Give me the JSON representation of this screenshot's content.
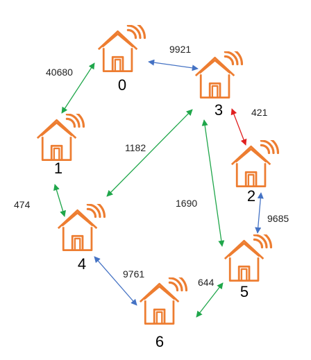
{
  "colors": {
    "house_outline": "#ED7D31",
    "green": "#1FA64A",
    "blue": "#4472C4",
    "red": "#E02020"
  },
  "nodes": [
    {
      "id": "0",
      "label": "0"
    },
    {
      "id": "1",
      "label": "1"
    },
    {
      "id": "2",
      "label": "2"
    },
    {
      "id": "3",
      "label": "3"
    },
    {
      "id": "4",
      "label": "4"
    },
    {
      "id": "5",
      "label": "5"
    },
    {
      "id": "6",
      "label": "6"
    }
  ],
  "edges": [
    {
      "from": "0",
      "to": "3",
      "weight": "9921",
      "color": "blue"
    },
    {
      "from": "0",
      "to": "1",
      "weight": "40680",
      "color": "green"
    },
    {
      "from": "3",
      "to": "2",
      "weight": "421",
      "color": "red"
    },
    {
      "from": "3",
      "to": "4",
      "weight": "1182",
      "color": "green"
    },
    {
      "from": "1",
      "to": "4",
      "weight": "474",
      "color": "green"
    },
    {
      "from": "3",
      "to": "5",
      "weight": "1690",
      "color": "green"
    },
    {
      "from": "2",
      "to": "5",
      "weight": "9685",
      "color": "blue"
    },
    {
      "from": "4",
      "to": "6",
      "weight": "9761",
      "color": "blue"
    },
    {
      "from": "6",
      "to": "5",
      "weight": "644",
      "color": "green"
    }
  ]
}
